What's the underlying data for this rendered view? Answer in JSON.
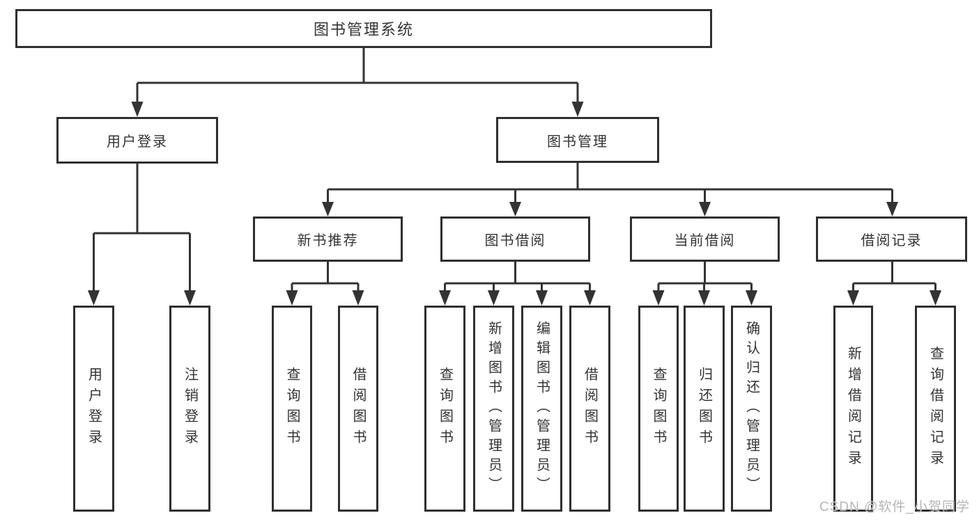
{
  "diagram": {
    "nodes": {
      "root": "图书管理系统",
      "level2": [
        "用户登录",
        "图书管理"
      ],
      "level3": [
        "新书推荐",
        "图书借阅",
        "当前借阅",
        "借阅记录"
      ],
      "leaves": {
        "user_login": [
          "用户登录",
          "注销登录"
        ],
        "new_book": [
          "查询图书",
          "借阅图书"
        ],
        "book_borrow": [
          "查询图书",
          "新增图书（管理员）",
          "编辑图书（管理员）",
          "借阅图书"
        ],
        "current_borrow": [
          "查询图书",
          "归还图书",
          "确认归还（管理员）"
        ],
        "borrow_records": [
          "新增借阅记录",
          "查询借阅记录"
        ]
      }
    },
    "colors": {
      "line": "#333333",
      "box_border": "#2f2f2f",
      "text": "#333333",
      "watermark": "#b5b5b5",
      "background": "#ffffff"
    },
    "watermark": "CSDN @软件_小贺同学"
  }
}
